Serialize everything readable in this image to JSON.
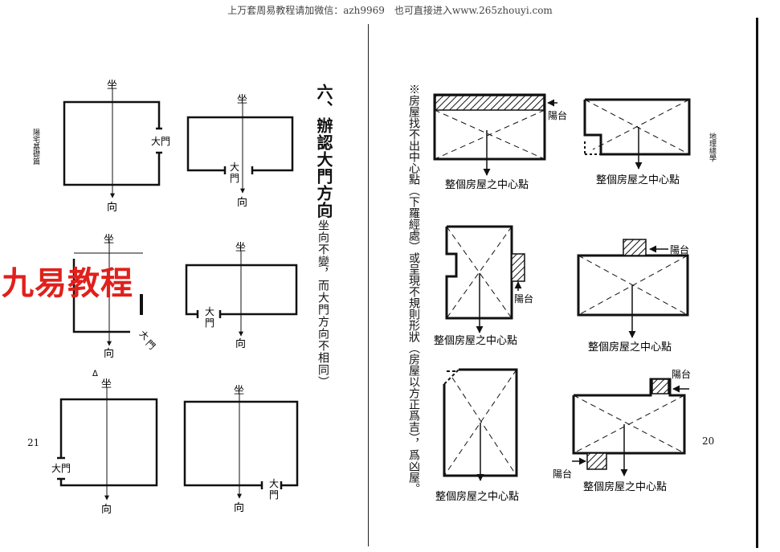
{
  "header": {
    "text": "上万套周易教程请加微信：azh9969　也可直接进入www.265zhouyi.com"
  },
  "watermark": {
    "text": "九易教程"
  },
  "left_page": {
    "side_title": "陽宅基礎篇",
    "page_number": "21",
    "heading": "六、辦認大門方向",
    "subheading": "（坐向不變，而大門方向不相同）",
    "labels": {
      "zuo": "坐",
      "xiang": "向",
      "door": "大門",
      "door_a": "大",
      "door_b": "門"
    }
  },
  "right_page": {
    "side_title": "地理總學",
    "page_number": "20",
    "note": "※房屋找不出中心點（下羅經處）或呈現不規則形狀（房屋以方正爲吉），爲凶屋。",
    "labels": {
      "center": "整個房屋之中心點",
      "balcony": "陽台"
    }
  }
}
